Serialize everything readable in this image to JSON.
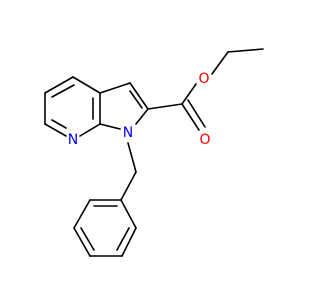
{
  "colors": {
    "bond": "#000000",
    "oxygen": "#ff0000",
    "nitrogen": "#0000ff",
    "background": "#ffffff"
  },
  "molecule": {
    "atoms": [
      {
        "id": "N7",
        "label": "N",
        "element": "nitrogen"
      },
      {
        "id": "N1",
        "label": "N",
        "element": "nitrogen"
      },
      {
        "id": "O_ether",
        "label": "O",
        "element": "oxygen"
      },
      {
        "id": "O_carbonyl",
        "label": "O",
        "element": "oxygen"
      }
    ]
  }
}
